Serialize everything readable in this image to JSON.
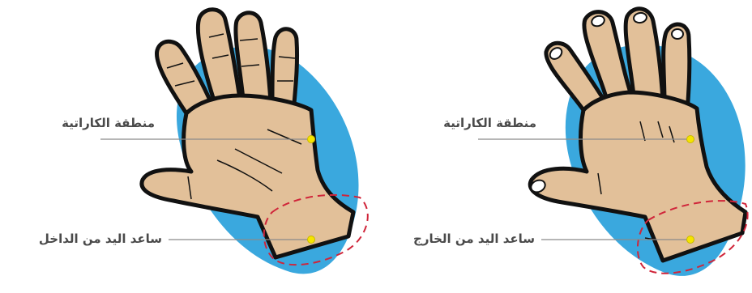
{
  "panels": [
    {
      "view": "palm",
      "labels": {
        "knuckle_area": "منطقة الكاراتية",
        "wrist": "ساعد اليد من الداخل"
      }
    },
    {
      "view": "back",
      "labels": {
        "knuckle_area": "منطقة الكاراتية",
        "wrist": "ساعد اليد من الخارج"
      }
    }
  ],
  "colors": {
    "background_blob": "#3aa8de",
    "skin": "#e2c099",
    "outline": "#111111",
    "marker": "#f5e400",
    "leader_line": "#8a8a8a",
    "wrist_dash": "#d0253a",
    "label_text": "#4a4a4a"
  }
}
